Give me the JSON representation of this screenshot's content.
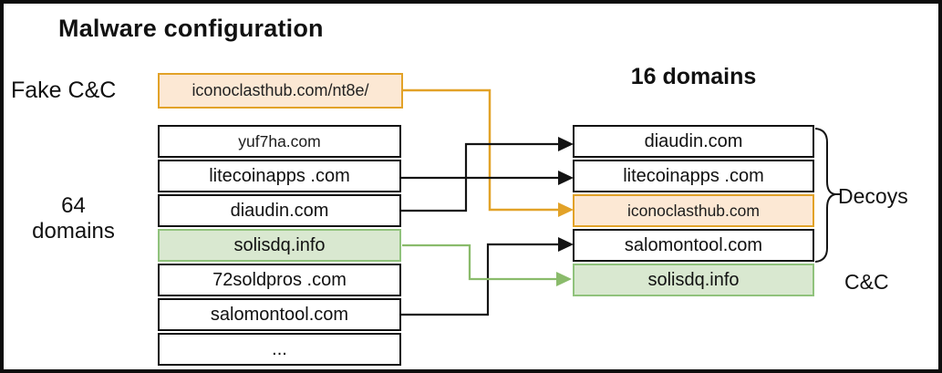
{
  "title": "Malware configuration",
  "labels": {
    "fake_cc": "Fake C&C",
    "left_count_line1": "64",
    "left_count_line2": "domains",
    "right_count": "16 domains",
    "decoys": "Decoys",
    "cc": "C&C"
  },
  "fake_cc_box": {
    "text": "iconoclasthub.com/nt8e/"
  },
  "left_list": {
    "items": [
      {
        "label": "yuf7ha.com",
        "style": "small"
      },
      {
        "label": "litecoinapps .com"
      },
      {
        "label": "diaudin.com"
      },
      {
        "label": "solisdq.info",
        "highlight": "green"
      },
      {
        "label": "72soldpros .com"
      },
      {
        "label": "salomontool.com"
      },
      {
        "label": "..."
      }
    ]
  },
  "right_list": {
    "items": [
      {
        "label": "diaudin.com"
      },
      {
        "label": "litecoinapps .com"
      },
      {
        "label": "iconoclasthub.com",
        "highlight": "orange",
        "style": "small"
      },
      {
        "label": "salomontool.com"
      },
      {
        "label": "solisdq.info",
        "highlight": "green"
      }
    ]
  },
  "connections": [
    {
      "from": "iconoclasthub.com/nt8e/",
      "to": "iconoclasthub.com",
      "color": "orange"
    },
    {
      "from": "diaudin.com",
      "to": "diaudin.com",
      "color": "black"
    },
    {
      "from": "litecoinapps .com",
      "to": "litecoinapps .com",
      "color": "black"
    },
    {
      "from": "salomontool.com",
      "to": "salomontool.com",
      "color": "black"
    },
    {
      "from": "solisdq.info",
      "to": "solisdq.info",
      "color": "green"
    }
  ],
  "colors": {
    "orange_border": "#E2A228",
    "orange_fill": "#FCE8D4",
    "green_border": "#90C27C",
    "green_fill": "#D9E8D0",
    "green_arrow": "#8ABB6B"
  }
}
